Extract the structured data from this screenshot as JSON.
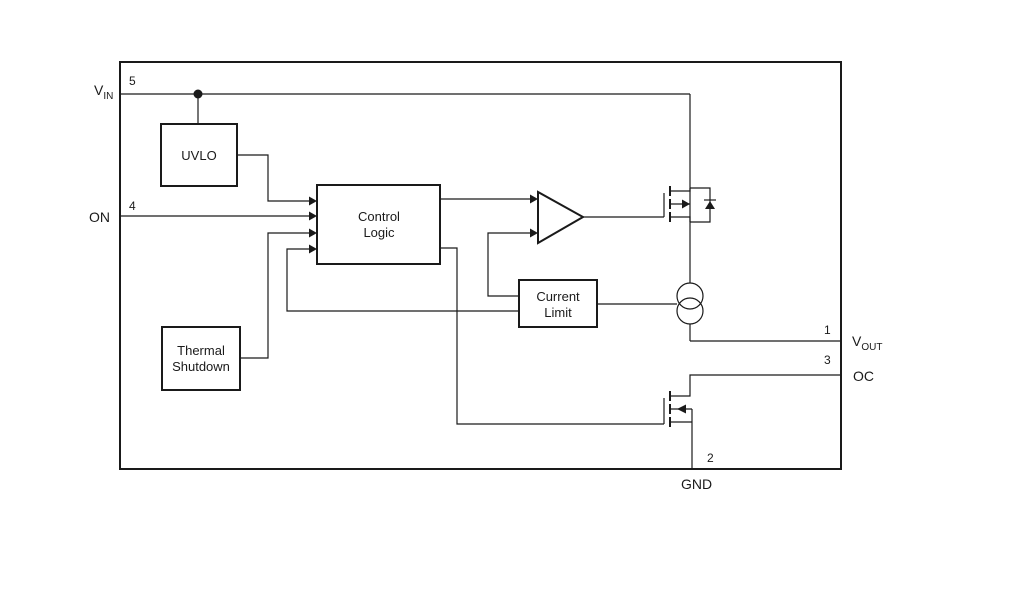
{
  "signals": {
    "vin": {
      "main": "V",
      "sub": "IN",
      "pin": "5"
    },
    "on": {
      "label": "ON",
      "pin": "4"
    },
    "vout": {
      "main": "V",
      "sub": "OUT",
      "pin": "1"
    },
    "oc": {
      "label": "OC",
      "pin": "3"
    },
    "gnd": {
      "label": "GND",
      "pin": "2"
    }
  },
  "blocks": {
    "uvlo": "UVLO",
    "control_logic": [
      "Control",
      "Logic"
    ],
    "current_limit": [
      "Current",
      "Limit"
    ],
    "thermal_shutdown": [
      "Thermal",
      "Shutdown"
    ]
  }
}
